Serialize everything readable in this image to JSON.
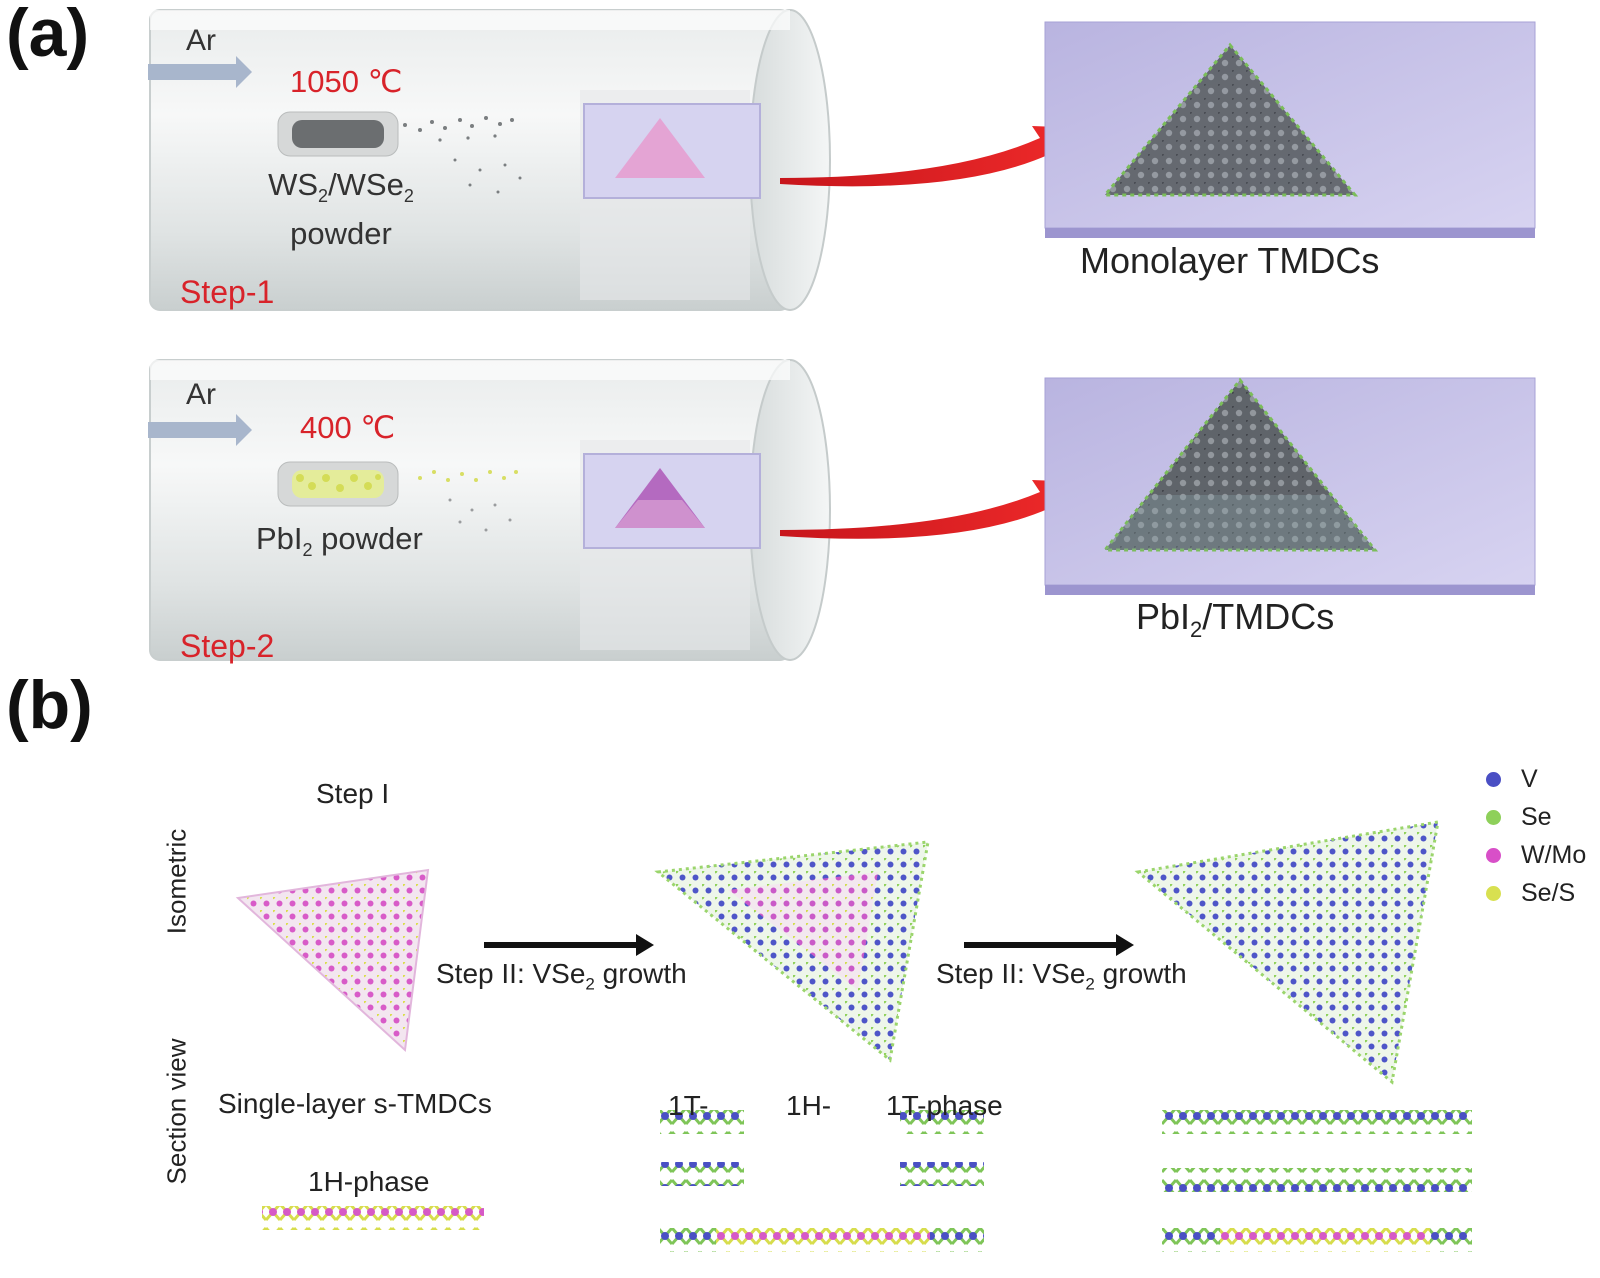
{
  "panel_a": {
    "label": "(a)",
    "step1": {
      "gas": "Ar",
      "temperature": "1050 ℃",
      "powder_line1_main": "WS",
      "powder_line1_sub1": "2",
      "powder_line1_mid": "/WSe",
      "powder_line1_sub2": "2",
      "powder_line2": "powder",
      "step": "Step-1",
      "result": "Monolayer TMDCs"
    },
    "step2": {
      "gas": "Ar",
      "temperature": "400 ℃",
      "powder_main": "PbI",
      "powder_sub": "2",
      "powder_rest": " powder",
      "step": "Step-2",
      "result_main": "PbI",
      "result_sub": "2",
      "result_rest": "/TMDCs"
    }
  },
  "panel_b": {
    "label": "(b)",
    "step1_title": "Step I",
    "axis_isometric": "Isometric",
    "axis_section": "Section view",
    "arrow1_main": "Step II:  VSe",
    "arrow1_sub": "2",
    "arrow1_rest": " growth",
    "arrow2_main": "Step II:  VSe",
    "arrow2_sub": "2",
    "arrow2_rest": " growth",
    "single_layer": "Single-layer s-TMDCs",
    "phase_1h": "1H-phase",
    "phase_1t_left": "1T-",
    "phase_1h_mid": "1H-",
    "phase_1t_right": "1T-phase",
    "legend": [
      {
        "label": "V",
        "color": "#4a4fc4"
      },
      {
        "label": "Se",
        "color": "#8ed05a"
      },
      {
        "label": "W/Mo",
        "color": "#d84fc8"
      },
      {
        "label": "Se/S",
        "color": "#d8e050"
      }
    ]
  }
}
